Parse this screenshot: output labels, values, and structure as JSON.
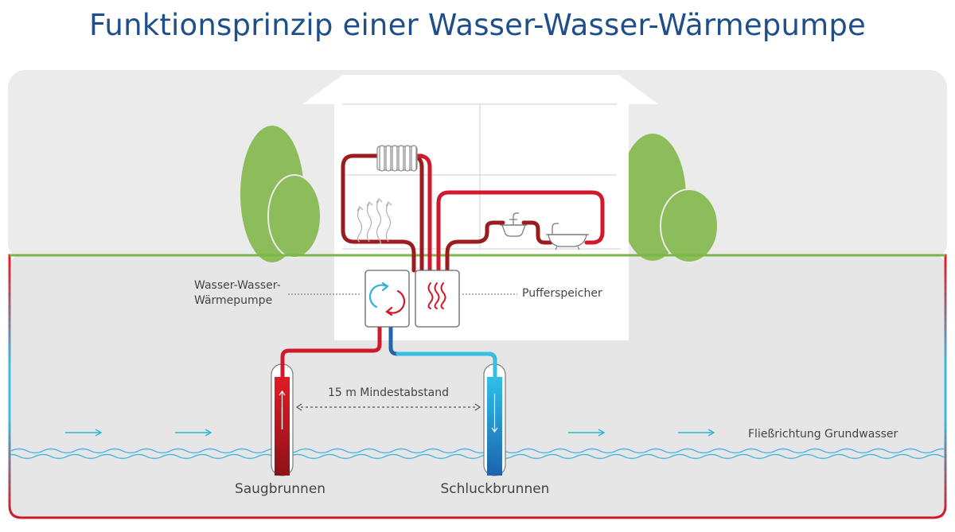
{
  "title": "Funktionsprinzip einer Wasser-Wasser-Wärmepumpe",
  "labels": {
    "heat_pump_line1": "Wasser-Wasser-",
    "heat_pump_line2": "Wärmepumpe",
    "buffer": "Pufferspeicher",
    "distance": "15 m Mindestabstand",
    "flow": "Fließrichtung Grundwasser",
    "well_suction": "Saugbrunnen",
    "well_return": "Schluckbrunnen"
  },
  "icons": {
    "radiator": "radiator-icon",
    "floor_heating": "floor-heating-icon",
    "sink": "sink-icon",
    "bathtub": "bathtub-icon",
    "heat_pump": "cycle-arrows-icon",
    "buffer": "heat-waves-icon"
  },
  "colors": {
    "title": "#1f4f8b",
    "hot": "#c8102e",
    "hot_dark": "#9b1b1f",
    "cold": "#1a8fc4",
    "cold_light": "#38bde3",
    "ground_line": "#7ab648",
    "tree": "#8cbd5a",
    "sky": "#ebebeb",
    "ground": "#e6e6e6"
  }
}
